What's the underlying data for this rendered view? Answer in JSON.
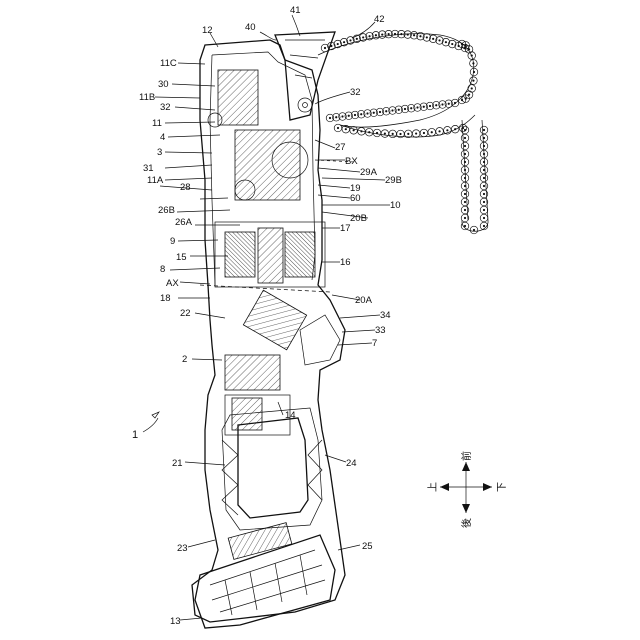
{
  "figure": {
    "labels": [
      {
        "id": "l12",
        "text": "12"
      },
      {
        "id": "l40",
        "text": "40"
      },
      {
        "id": "l41",
        "text": "41"
      },
      {
        "id": "l42",
        "text": "42"
      },
      {
        "id": "l11C",
        "text": "11C"
      },
      {
        "id": "l30",
        "text": "30"
      },
      {
        "id": "l11B",
        "text": "11B"
      },
      {
        "id": "l32a",
        "text": "32"
      },
      {
        "id": "l32b",
        "text": "32"
      },
      {
        "id": "l11",
        "text": "11"
      },
      {
        "id": "l4",
        "text": "4"
      },
      {
        "id": "l3",
        "text": "3"
      },
      {
        "id": "l31",
        "text": "31"
      },
      {
        "id": "l11A",
        "text": "11A"
      },
      {
        "id": "l28",
        "text": "28"
      },
      {
        "id": "l26B",
        "text": "26B"
      },
      {
        "id": "l26A",
        "text": "26A"
      },
      {
        "id": "l9",
        "text": "9"
      },
      {
        "id": "l8",
        "text": "8"
      },
      {
        "id": "l15",
        "text": "15"
      },
      {
        "id": "lAX",
        "text": "AX"
      },
      {
        "id": "l18",
        "text": "18"
      },
      {
        "id": "l22",
        "text": "22"
      },
      {
        "id": "l2",
        "text": "2"
      },
      {
        "id": "l27",
        "text": "27"
      },
      {
        "id": "lBX",
        "text": "BX"
      },
      {
        "id": "l29A",
        "text": "29A"
      },
      {
        "id": "l19",
        "text": "19"
      },
      {
        "id": "l29B",
        "text": "29B"
      },
      {
        "id": "l60",
        "text": "60"
      },
      {
        "id": "l20B",
        "text": "20B"
      },
      {
        "id": "l10",
        "text": "10"
      },
      {
        "id": "l17",
        "text": "17"
      },
      {
        "id": "l16",
        "text": "16"
      },
      {
        "id": "l20A",
        "text": "20A"
      },
      {
        "id": "l34",
        "text": "34"
      },
      {
        "id": "l33",
        "text": "33"
      },
      {
        "id": "l7",
        "text": "7"
      },
      {
        "id": "l14",
        "text": "14"
      },
      {
        "id": "l1",
        "text": "1"
      },
      {
        "id": "l21",
        "text": "21"
      },
      {
        "id": "l24",
        "text": "24"
      },
      {
        "id": "l23",
        "text": "23"
      },
      {
        "id": "l25",
        "text": "25"
      },
      {
        "id": "l13",
        "text": "13"
      }
    ],
    "directions": {
      "front": "前",
      "back": "後",
      "up": "上",
      "down": "下"
    }
  }
}
